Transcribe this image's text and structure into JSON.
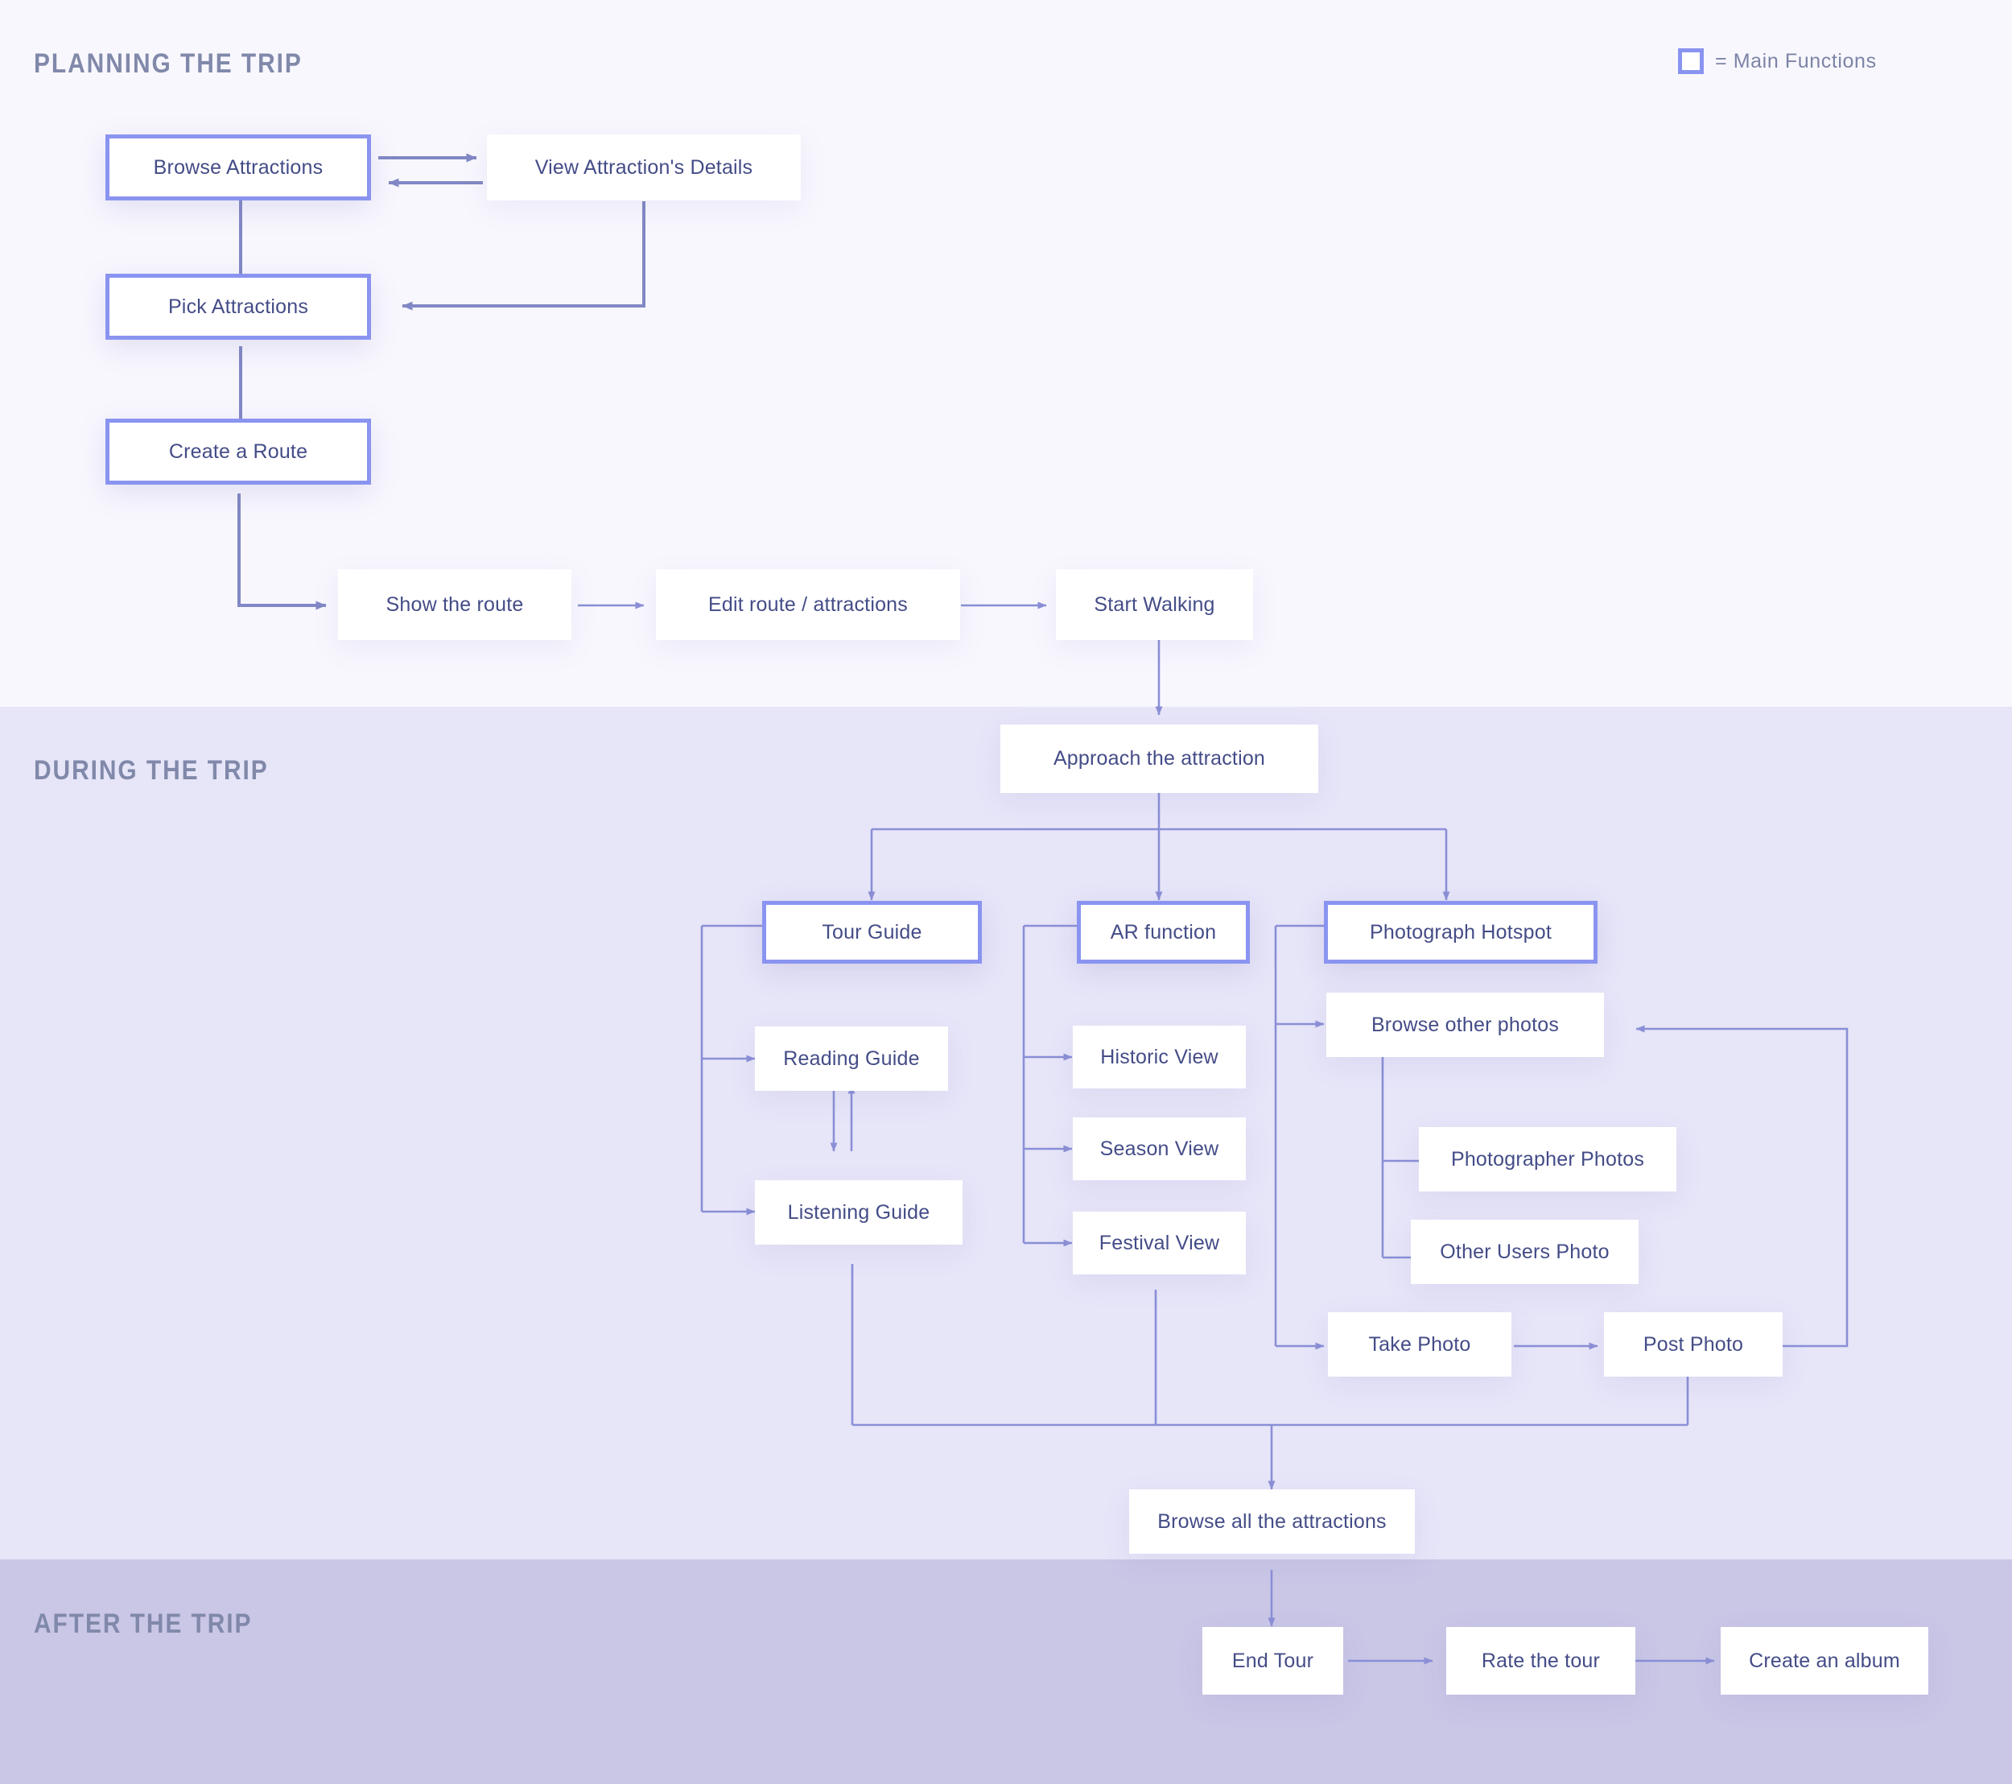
{
  "legend": {
    "swatch_name": "main-function-swatch",
    "label": "= Main Functions",
    "accent_color": "#8a94f0"
  },
  "colors": {
    "band_planning": "#f8f7fe",
    "band_during": "#e7e5f8",
    "band_after": "#c9c6e6",
    "node_text": "#444c87",
    "section_title": "#8189aa",
    "wire": "#8a8fd6",
    "accent": "#8a94f0"
  },
  "sections": [
    {
      "id": "planning",
      "title": "PLANNING THE TRIP"
    },
    {
      "id": "during",
      "title": "DURING THE TRIP"
    },
    {
      "id": "after",
      "title": "AFTER THE TRIP"
    }
  ],
  "nodes": {
    "browse_attractions": "Browse Attractions",
    "view_attraction_details": "View Attraction's Details",
    "pick_attractions": "Pick Attractions",
    "create_a_route": "Create a Route",
    "show_the_route": "Show the route",
    "edit_route_attractions": "Edit route / attractions",
    "start_walking": "Start Walking",
    "approach_the_attraction": "Approach the attraction",
    "tour_guide": "Tour Guide",
    "ar_function": "AR function",
    "photograph_hotspot": "Photograph Hotspot",
    "reading_guide": "Reading Guide",
    "listening_guide": "Listening Guide",
    "historic_view": "Historic View",
    "season_view": "Season View",
    "festival_view": "Festival View",
    "browse_other_photos": "Browse other photos",
    "photographer_photos": "Photographer Photos",
    "other_users_photo": "Other Users Photo",
    "take_photo": "Take Photo",
    "post_photo": "Post Photo",
    "browse_all_the_attractions": "Browse all the attractions",
    "end_tour": "End Tour",
    "rate_the_tour": "Rate the tour",
    "create_an_album": "Create an album"
  },
  "main_function_nodes": [
    "browse_attractions",
    "pick_attractions",
    "create_a_route",
    "tour_guide",
    "ar_function",
    "photograph_hotspot"
  ]
}
